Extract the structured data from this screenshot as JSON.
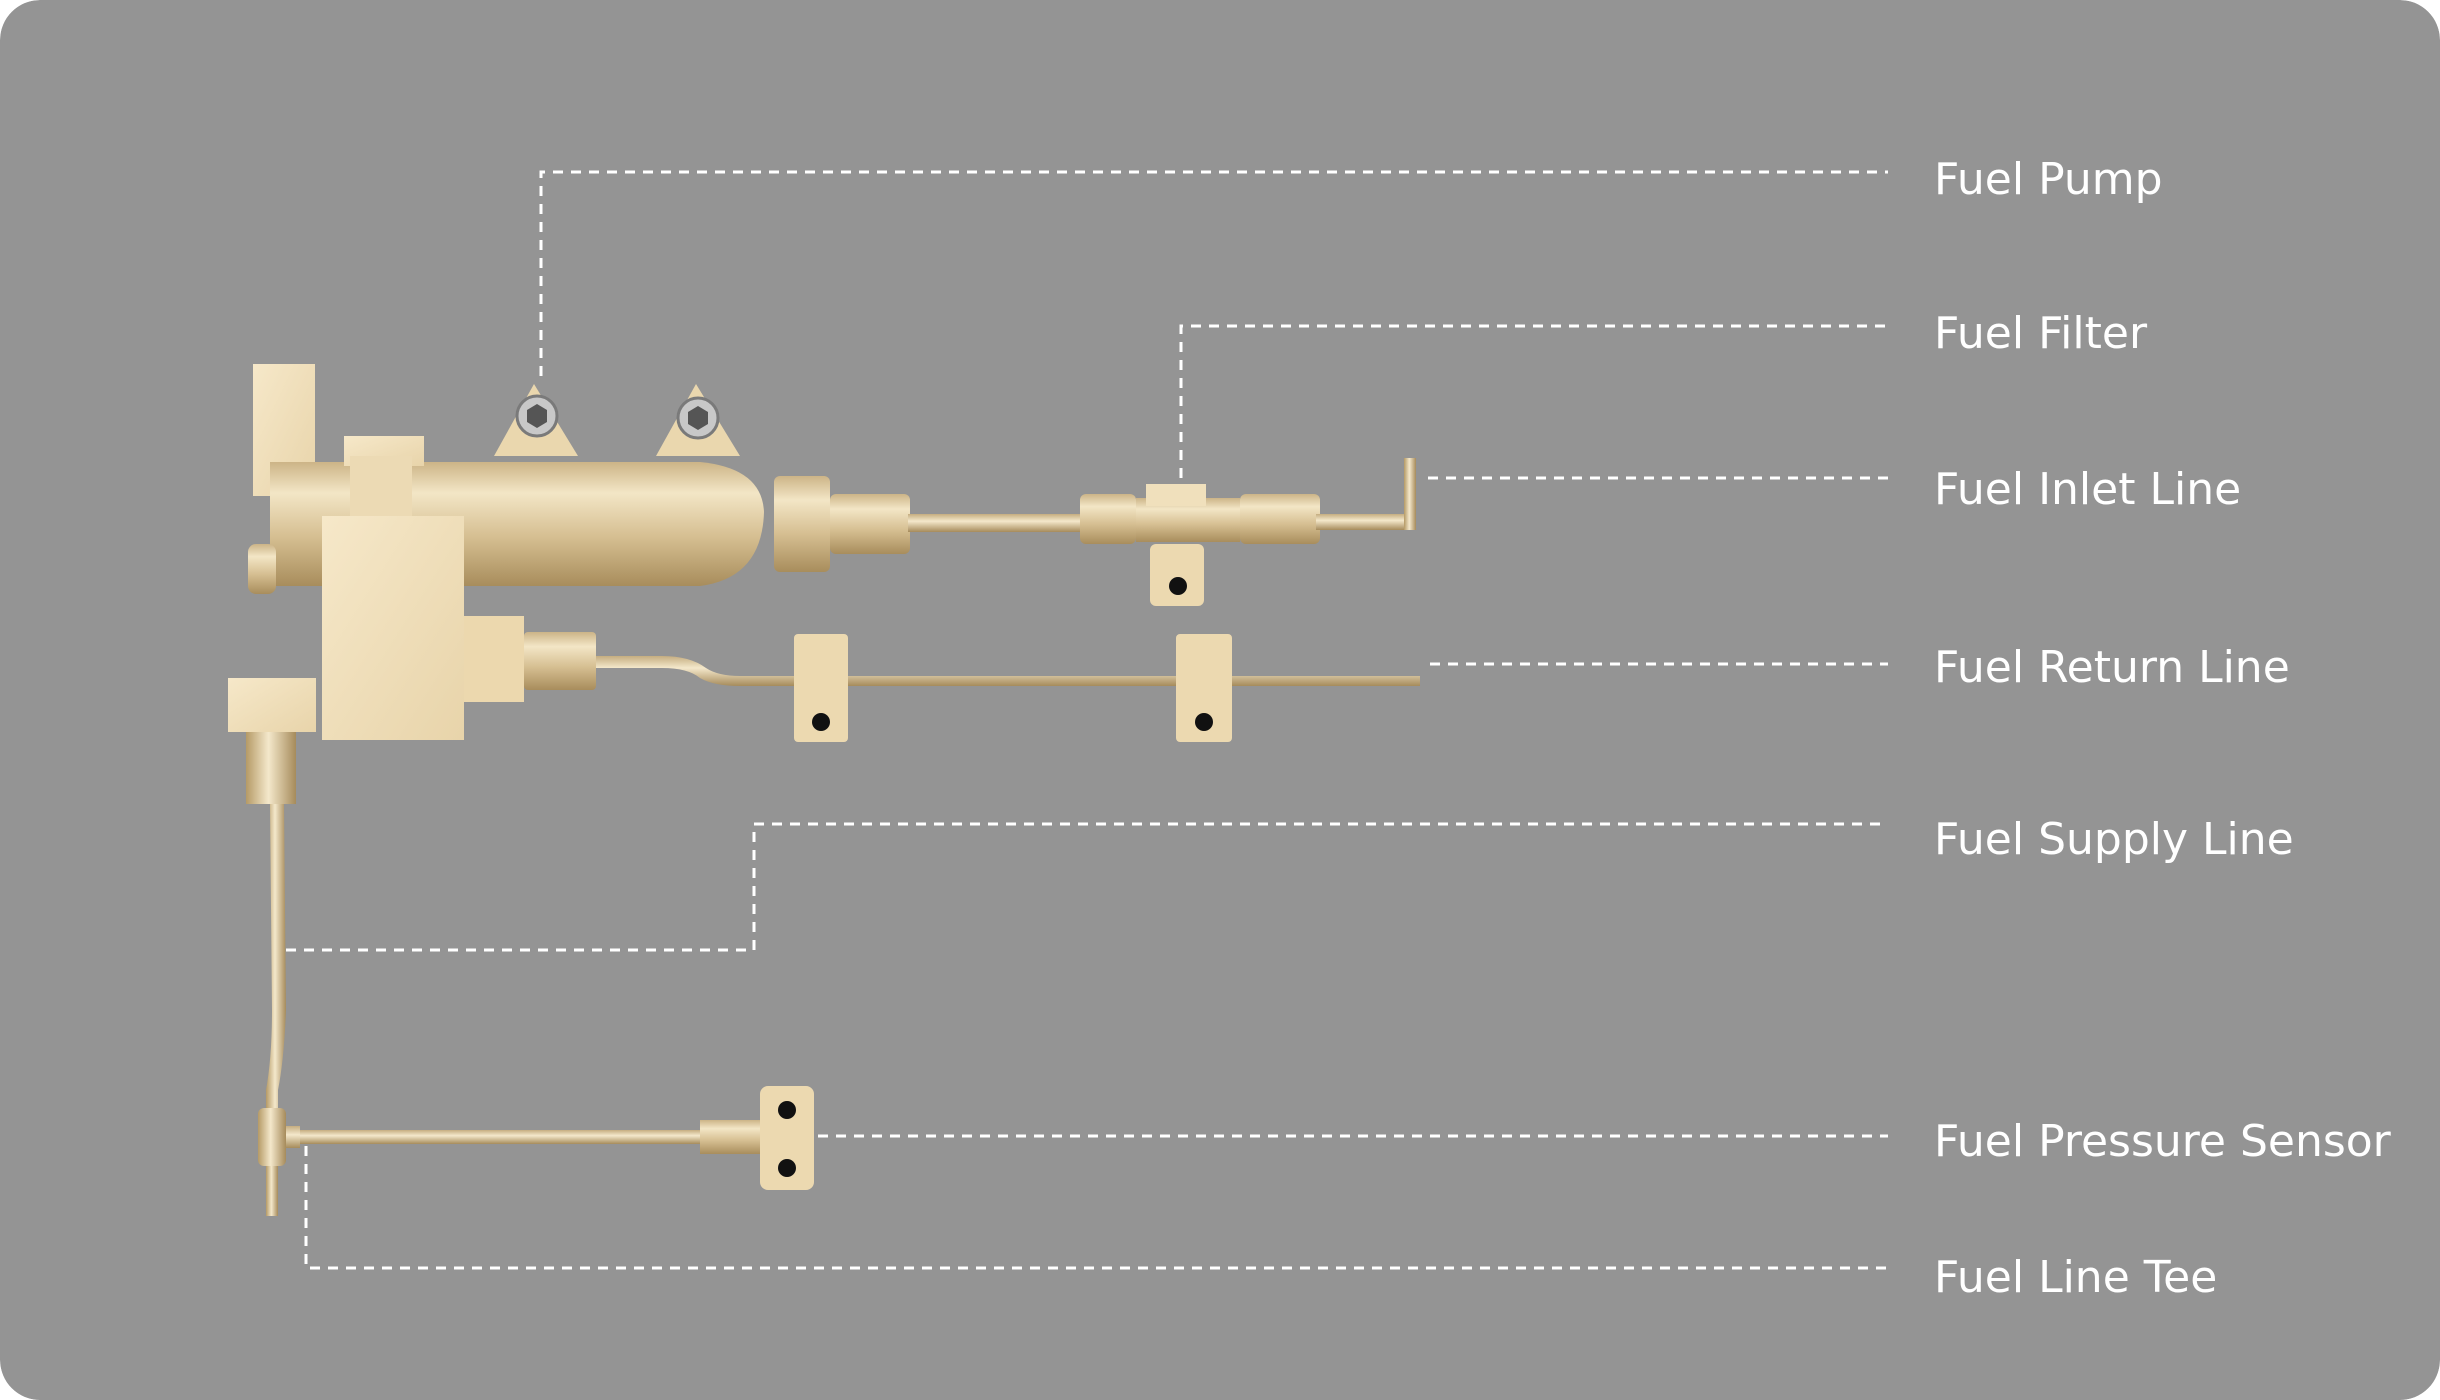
{
  "colors": {
    "background": "#949494",
    "brass_light": "#f2e3c3",
    "brass_mid": "#d9c396",
    "brass_dark": "#b59a66",
    "leader": "#ffffff",
    "label": "#ffffff"
  },
  "labels": {
    "fuel_pump": "Fuel Pump",
    "fuel_filter": "Fuel Filter",
    "fuel_inlet_line": "Fuel Inlet Line",
    "fuel_return_line": "Fuel Return Line",
    "fuel_supply_line": "Fuel Supply Line",
    "fuel_pressure_sensor": "Fuel Pressure Sensor",
    "fuel_line_tee": "Fuel Line Tee"
  }
}
